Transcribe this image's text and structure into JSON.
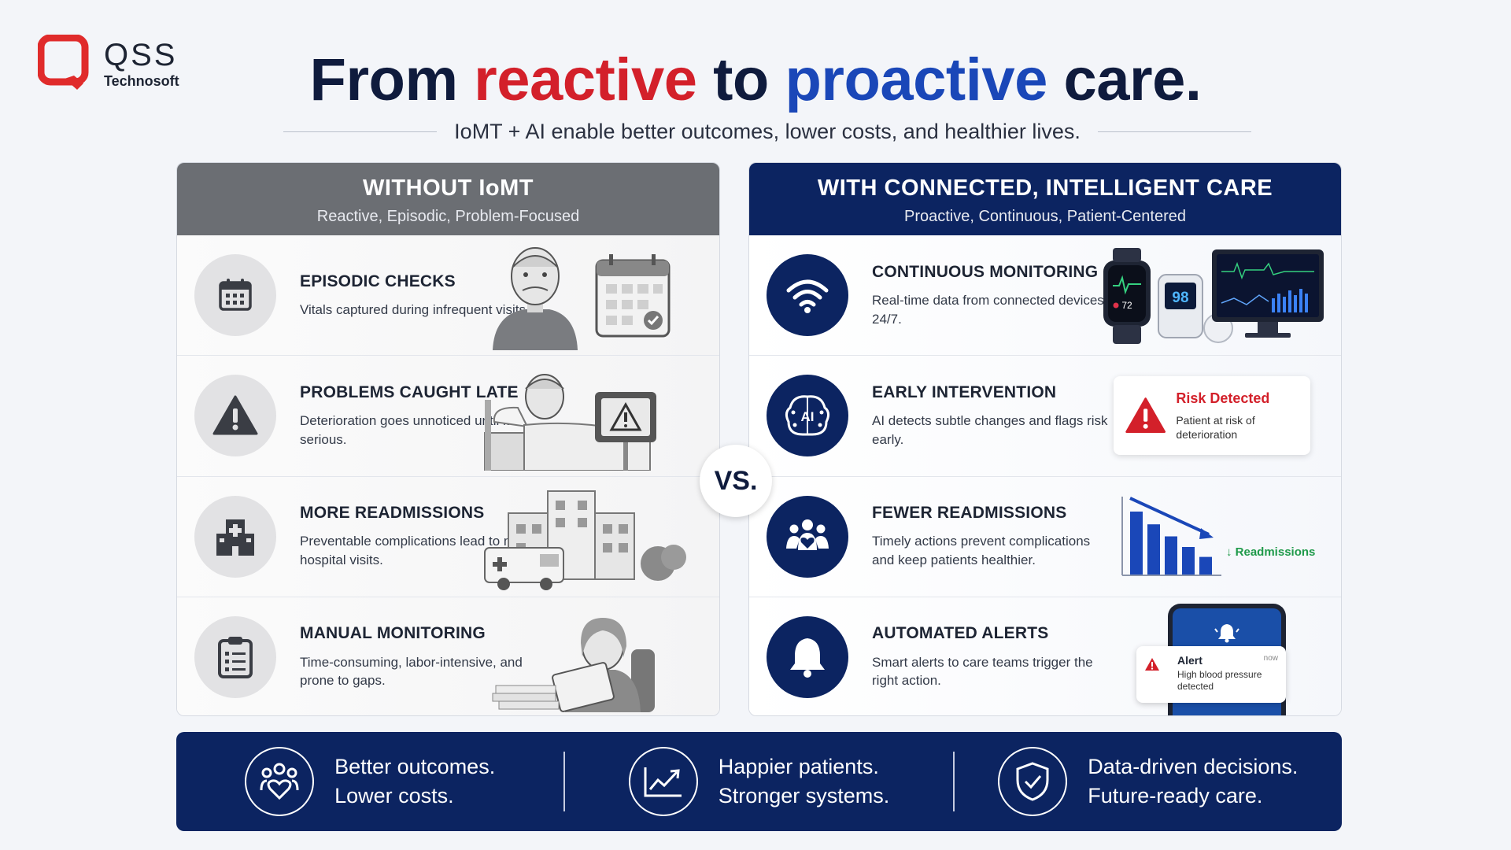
{
  "brand": {
    "name": "QSS",
    "sub": "Technosoft"
  },
  "header": {
    "title_prefix": "From ",
    "title_red": "reactive",
    "title_mid": " to ",
    "title_blue": "proactive",
    "title_suffix": " care.",
    "subtitle": "IoMT + AI enable better outcomes, lower costs, and healthier lives."
  },
  "left_panel": {
    "title": "WITHOUT IoMT",
    "subtitle": "Reactive, Episodic, Problem-Focused",
    "rows": [
      {
        "icon": "calendar-icon",
        "title": "EPISODIC CHECKS",
        "desc": "Vitals captured during infrequent visits."
      },
      {
        "icon": "warning-icon",
        "title": "PROBLEMS CAUGHT LATE",
        "desc": "Deterioration goes unnoticed until it's serious."
      },
      {
        "icon": "hospital-icon",
        "title": "MORE READMISSIONS",
        "desc": "Preventable complications lead to more hospital visits."
      },
      {
        "icon": "clipboard-icon",
        "title": "MANUAL MONITORING",
        "desc": "Time-consuming, labor-intensive, and prone to gaps."
      }
    ]
  },
  "vs_label": "VS.",
  "right_panel": {
    "title": "WITH CONNECTED, INTELLIGENT CARE",
    "subtitle": "Proactive, Continuous, Patient-Centered",
    "rows": [
      {
        "icon": "wifi-icon",
        "title": "CONTINUOUS MONITORING",
        "desc": "Real-time data from connected devices, 24/7."
      },
      {
        "icon": "ai-brain-icon",
        "title": "EARLY INTERVENTION",
        "desc": "AI detects subtle changes and flags risk early."
      },
      {
        "icon": "care-team-icon",
        "title": "FEWER READMISSIONS",
        "desc": "Timely actions prevent complications and keep patients healthier."
      },
      {
        "icon": "bell-icon",
        "title": "AUTOMATED ALERTS",
        "desc": "Smart alerts to care teams trigger the right action."
      }
    ]
  },
  "monitor_art": {
    "watch_hr": "72",
    "oximeter": "98"
  },
  "risk_card": {
    "title": "Risk Detected",
    "desc": "Patient at risk of deterioration"
  },
  "readmissions_label": "↓ Readmissions",
  "readmissions_bars": [
    0.9,
    0.72,
    0.55,
    0.4,
    0.26
  ],
  "alert": {
    "title": "Alert",
    "desc": "High blood pressure detected",
    "time": "now"
  },
  "banner": [
    {
      "icon": "heart-people-icon",
      "line1": "Better outcomes.",
      "line2": "Lower costs."
    },
    {
      "icon": "growth-chart-icon",
      "line1": "Happier patients.",
      "line2": "Stronger systems."
    },
    {
      "icon": "shield-check-icon",
      "line1": "Data-driven decisions.",
      "line2": "Future-ready care."
    }
  ],
  "colors": {
    "red": "#d3202a",
    "blue": "#1a47b8",
    "navy": "#0c2461",
    "gray": "#6b6e73",
    "green": "#1f9a4a"
  }
}
